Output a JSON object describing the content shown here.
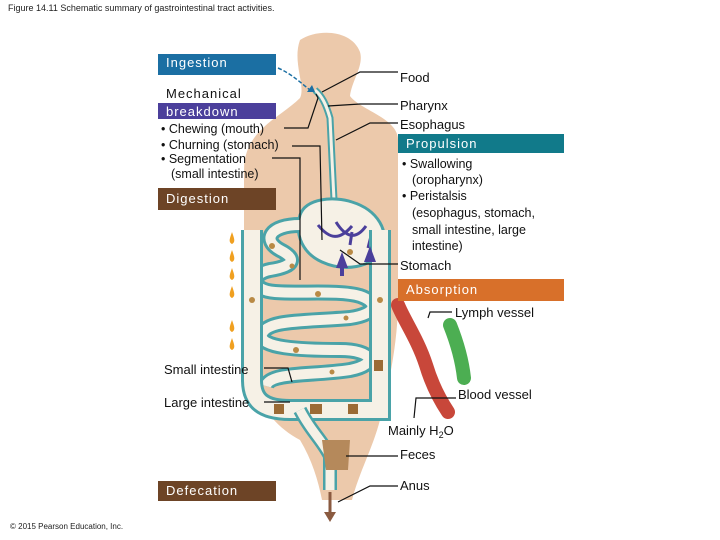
{
  "caption": "Figure 14.11 Schematic summary of gastrointestinal tract activities.",
  "copyright": "© 2015 Pearson Education, Inc.",
  "left_labels": {
    "ingestion": "Ingestion",
    "mechanical_breakdown_line1": "Mechanical",
    "mechanical_breakdown_line2": "breakdown",
    "chewing": "• Chewing (mouth)",
    "churning": "• Churning (stomach)",
    "segmentation": "• Segmentation",
    "segmentation_sub": "(small intestine)",
    "digestion": "Digestion",
    "small_intestine": "Small intestine",
    "large_intestine": "Large intestine",
    "defecation": "Defecation"
  },
  "right_labels": {
    "food": "Food",
    "pharynx": "Pharynx",
    "esophagus": "Esophagus",
    "propulsion": "Propulsion",
    "swallowing": "• Swallowing",
    "swallowing_sub": "(oropharynx)",
    "peristalsis": "• Peristalsis",
    "peristalsis_sub1": "(esophagus, stomach,",
    "peristalsis_sub2": "small intestine, large",
    "peristalsis_sub3": "intestine)",
    "stomach": "Stomach",
    "absorption": "Absorption",
    "lymph_vessel": "Lymph vessel",
    "blood_vessel": "Blood vessel",
    "mainly_h2o_prefix": "Mainly H",
    "mainly_h2o_sub": "2",
    "mainly_h2o_suffix": "O",
    "feces": "Feces",
    "anus": "Anus"
  },
  "colors": {
    "ingestion": "#1b6fa3",
    "mechanical_breakdown": "#4b3f9b",
    "digestion": "#6d4426",
    "propulsion": "#117a8a",
    "absorption": "#d8702a",
    "defecation": "#6d4426",
    "body_silhouette": "#ecc9ab",
    "tract_wall": "#4aa3a8",
    "blood_vessel": "#c8473a",
    "lymph_vessel": "#4cae52",
    "enzyme_drop": "#f0a020"
  }
}
